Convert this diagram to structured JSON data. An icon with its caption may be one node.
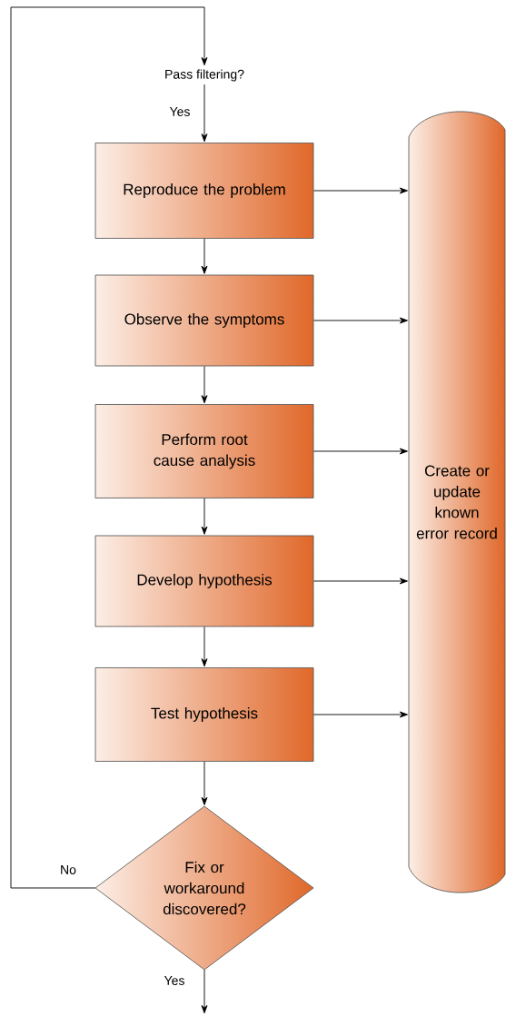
{
  "diagram": {
    "nodes": [
      {
        "text": [
          "Pass filtering?"
        ]
      },
      {
        "text": [
          "Reproduce the problem"
        ]
      },
      {
        "text": [
          "Observe the symptoms"
        ]
      },
      {
        "text": [
          "Perform root cause analysis"
        ]
      },
      {
        "text": [
          "Develop hypothesis"
        ]
      },
      {
        "text": [
          "Test hypothesis"
        ]
      },
      {
        "text": [
          "Fix or workaround discovered?"
        ]
      },
      {
        "text": [
          "Create or update known error record"
        ]
      }
    ],
    "edges": [
      {
        "from": 6,
        "to": 0,
        "arrow": "to",
        "label": "No"
      },
      {
        "from": 0,
        "to": 1,
        "arrow": "to",
        "label": "Yes"
      },
      {
        "from": 1,
        "to": 2,
        "arrow": "to"
      },
      {
        "from": 2,
        "to": 3,
        "arrow": "to"
      },
      {
        "from": 3,
        "to": 4,
        "arrow": "to"
      },
      {
        "from": 4,
        "to": 5,
        "arrow": "to"
      },
      {
        "from": 5,
        "to": 6,
        "arrow": "to"
      },
      {
        "from": 1,
        "to": 7,
        "arrow": "to"
      },
      {
        "from": 2,
        "to": 7,
        "arrow": "to"
      },
      {
        "from": 3,
        "to": 7,
        "arrow": "to"
      },
      {
        "from": 4,
        "to": 7,
        "arrow": "to"
      },
      {
        "from": 5,
        "to": 7,
        "arrow": "to"
      },
      {
        "from": 6,
        "to": null,
        "arrow": "to",
        "label": "Yes"
      }
    ]
  }
}
